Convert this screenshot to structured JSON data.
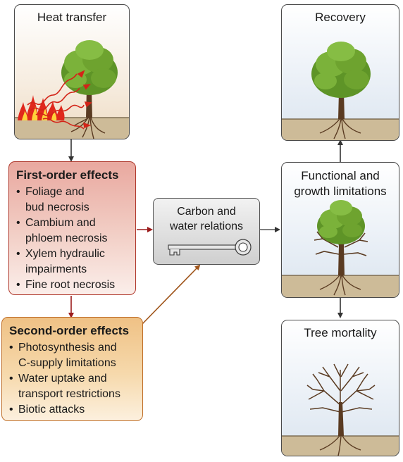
{
  "heat_transfer": {
    "title": "Heat transfer"
  },
  "first_order": {
    "title": "First-order effects",
    "items": [
      "Foliage and",
      "bud necrosis",
      "Cambium and",
      "phloem necrosis",
      "Xylem hydraulic",
      "impairments",
      "Fine root necrosis"
    ],
    "bullets": [
      true,
      false,
      true,
      false,
      true,
      false,
      true
    ]
  },
  "second_order": {
    "title": "Second-order effects",
    "items": [
      "Photosynthesis and",
      "C-supply limitations",
      "Water uptake and",
      "transport restrictions",
      "Biotic attacks"
    ],
    "bullets": [
      true,
      false,
      true,
      false,
      true
    ]
  },
  "center": {
    "line1": "Carbon and",
    "line2": "water relations",
    "icon": "key-icon"
  },
  "recovery": {
    "title": "Recovery"
  },
  "functional": {
    "line1": "Functional and",
    "line2": "growth limitations"
  },
  "mortality": {
    "title": "Tree mortality"
  },
  "colors": {
    "first_order_border": "#b03a2e",
    "second_order_border": "#c0702a",
    "arrow_dark": "#333333",
    "arrow_red": "#9b1c1c",
    "arrow_brown": "#a0561c",
    "foliage": "#6ea32f",
    "trunk": "#5a3b22",
    "soil": "#cdbb98",
    "flame": "#e0281c"
  }
}
